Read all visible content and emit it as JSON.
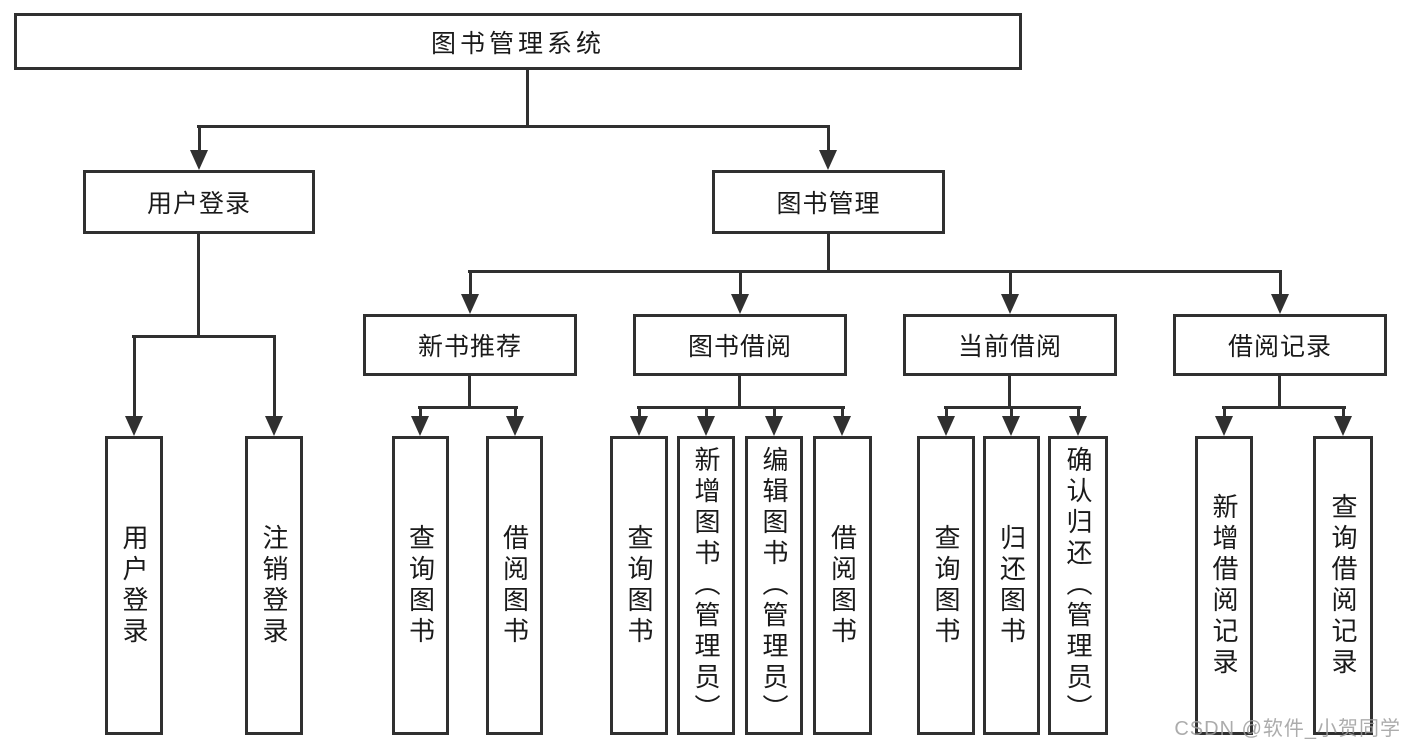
{
  "diagram_type": "functional-structure-tree",
  "colors": {
    "line": "#303030",
    "text": "#1a1a1a",
    "background": "#ffffff",
    "watermark": "#9e9e9e"
  },
  "tree": {
    "root": {
      "label": "图书管理系统"
    },
    "branches": [
      {
        "label": "用户登录",
        "children": [
          "用户登录",
          "注销登录"
        ]
      },
      {
        "label": "图书管理",
        "groups": [
          {
            "label": "新书推荐",
            "children": [
              "查询图书",
              "借阅图书"
            ]
          },
          {
            "label": "图书借阅",
            "children": [
              "查询图书",
              "新增图书（管理员）",
              "编辑图书（管理员）",
              "借阅图书"
            ]
          },
          {
            "label": "当前借阅",
            "children": [
              "查询图书",
              "归还图书",
              "确认归还（管理员）"
            ]
          },
          {
            "label": "借阅记录",
            "children": [
              "新增借阅记录",
              "查询借阅记录"
            ]
          }
        ]
      }
    ]
  },
  "watermark": {
    "text": "CSDN @软件_小贺同学"
  }
}
